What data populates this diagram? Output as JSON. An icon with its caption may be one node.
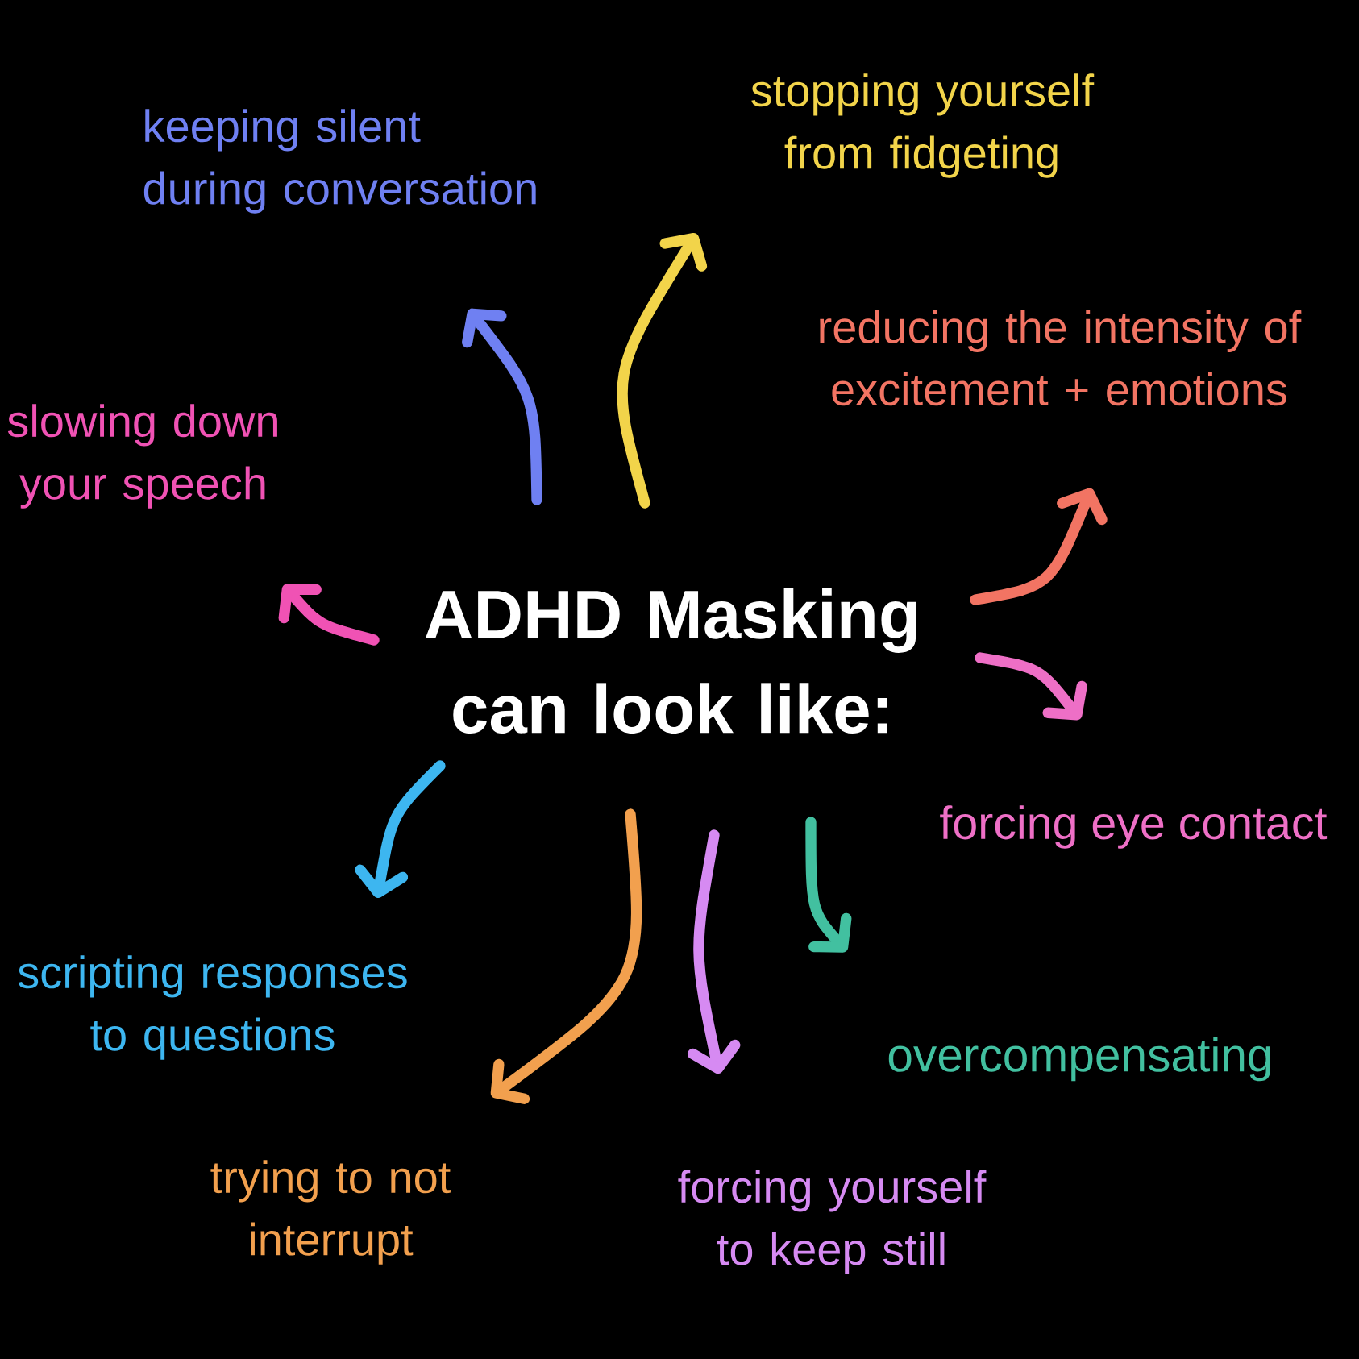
{
  "diagram": {
    "nodes": [
      {
        "text": [
          "stopping yourself from fidgeting"
        ]
      },
      {
        "text": [
          "keeping silent during conversation"
        ]
      },
      {
        "text": [
          "reducing the intensity of excitement + emotions"
        ]
      },
      {
        "text": [
          "slowing down your speech"
        ]
      },
      {
        "text": [
          "ADHD Masking can look like:"
        ]
      },
      {
        "text": [
          "forcing eye contact"
        ]
      },
      {
        "text": [
          "scripting responses to questions"
        ]
      },
      {
        "text": [
          "overcompensating"
        ]
      },
      {
        "text": [
          "trying to not interrupt"
        ]
      },
      {
        "text": [
          "forcing yourself to keep still"
        ]
      }
    ],
    "edges": [
      {
        "from": 4,
        "to": 0,
        "arrow": "to",
        "color": "#f2d44a"
      },
      {
        "from": 4,
        "to": 1,
        "arrow": "to",
        "color": "#6f80f2"
      },
      {
        "from": 4,
        "to": 2,
        "arrow": "to",
        "color": "#f27463"
      },
      {
        "from": 4,
        "to": 3,
        "arrow": "to",
        "color": "#f052b4"
      },
      {
        "from": 4,
        "to": 5,
        "arrow": "to",
        "color": "#ee6fc6"
      },
      {
        "from": 4,
        "to": 6,
        "arrow": "to",
        "color": "#3db6f0"
      },
      {
        "from": 4,
        "to": 7,
        "arrow": "to",
        "color": "#42c0a0"
      },
      {
        "from": 4,
        "to": 8,
        "arrow": "to",
        "color": "#f2a04e"
      },
      {
        "from": 4,
        "to": 9,
        "arrow": "to",
        "color": "#d68af2"
      }
    ]
  }
}
